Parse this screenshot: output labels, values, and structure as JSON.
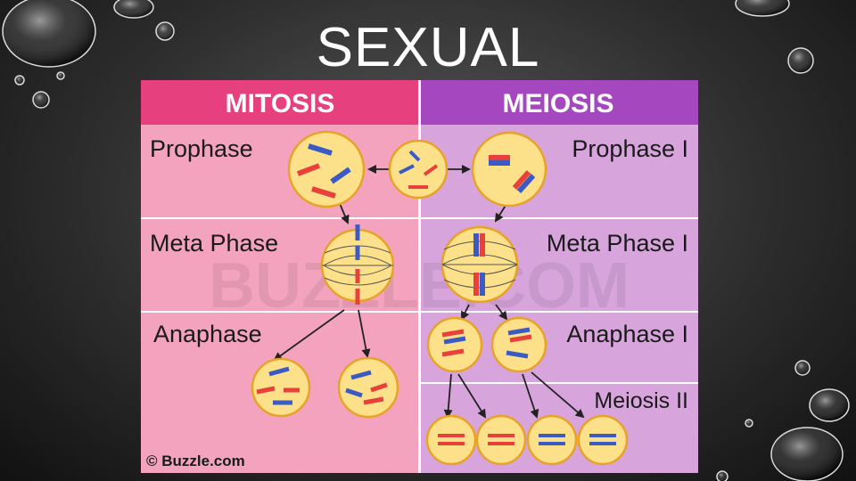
{
  "slide": {
    "title": "SEXUAL"
  },
  "diagram": {
    "headers": {
      "mitosis": "MITOSIS",
      "meiosis": "MEIOSIS"
    },
    "rows": {
      "mitosis": [
        "Prophase",
        "Meta Phase",
        "Anaphase"
      ],
      "meiosis": [
        "Prophase I",
        "Meta Phase I",
        "Anaphase I",
        "Meiosis II"
      ]
    },
    "watermark": "BUZZLE.COM",
    "credit": "© Buzzle.com",
    "colors": {
      "mitosis_header": "#e6407e",
      "meiosis_header": "#a548c0",
      "mitosis_bg": "#f4a3bf",
      "meiosis_bg": "#d7a4dc",
      "cell_fill": "#fde18a",
      "cell_border": "#e8a227",
      "chromosome_red": "#e8413c",
      "chromosome_blue": "#3b5bc4"
    }
  }
}
